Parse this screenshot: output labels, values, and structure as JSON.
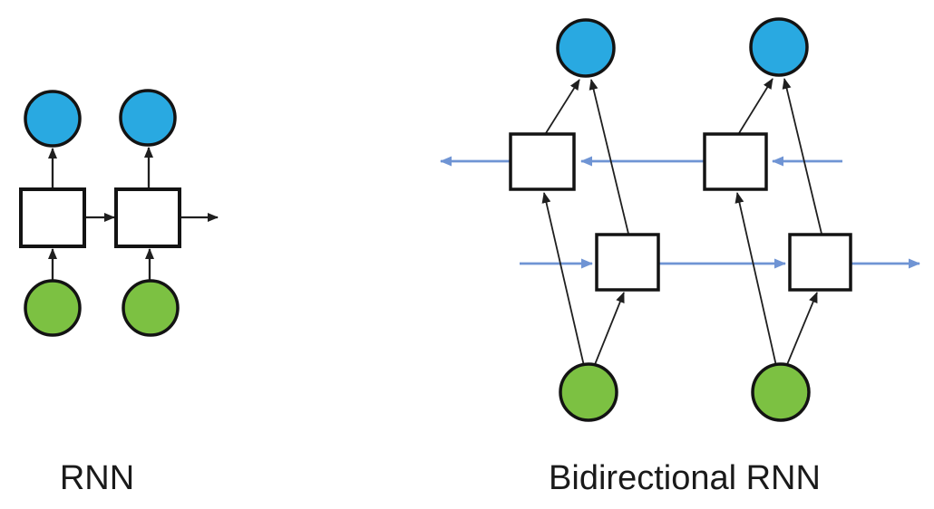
{
  "colors": {
    "background": "#ffffff",
    "output_node": "#29a9e1",
    "input_node": "#7cc142",
    "hidden_node": "#ffffff",
    "node_outline": "#131313",
    "dependency_arrow": "#1f1f1f",
    "recurrent_flow_arrow": "#6f94d4"
  },
  "diagrams": {
    "rnn": {
      "label": "RNN",
      "node_counts": {
        "input_nodes": 2,
        "hidden_cells": 2,
        "output_nodes": 2
      },
      "node_shapes": {
        "input": "green circle",
        "hidden": "white square",
        "output": "blue circle"
      },
      "recurrence_direction": "left-to-right"
    },
    "bidirectional_rnn": {
      "label": "Bidirectional RNN",
      "node_counts": {
        "input_nodes": 2,
        "forward_cells": 2,
        "backward_cells": 2,
        "output_nodes": 2
      },
      "node_shapes": {
        "input": "green circle",
        "hidden": "white square",
        "output": "blue circle"
      },
      "recurrence_direction": "forward row left-to-right, backward row right-to-left"
    }
  }
}
